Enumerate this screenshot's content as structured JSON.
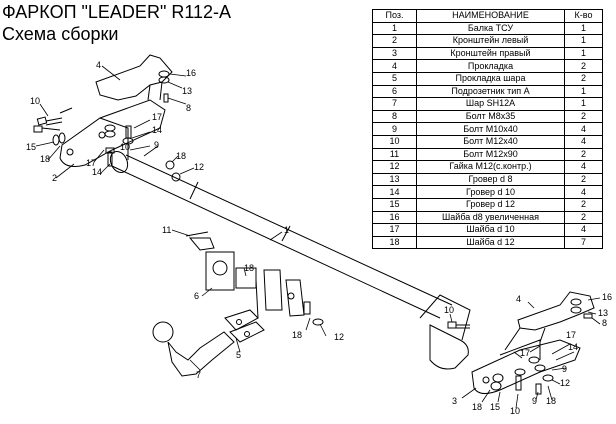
{
  "document": {
    "title": "ФАРКОП \"LEADER\" R112-A",
    "subtitle": "Схема сборки"
  },
  "parts_table": {
    "headers": [
      "Поз.",
      "НАИМЕНОВАНИЕ",
      "К-во"
    ],
    "rows": [
      [
        "1",
        "Балка ТСУ",
        "1"
      ],
      [
        "2",
        "Кронштейн левый",
        "1"
      ],
      [
        "3",
        "Кронштейн правый",
        "1"
      ],
      [
        "4",
        "Прокладка",
        "2"
      ],
      [
        "5",
        "Прокладка шара",
        "2"
      ],
      [
        "6",
        "Подрозетник тип А",
        "1"
      ],
      [
        "7",
        "Шар SH12A",
        "1"
      ],
      [
        "8",
        "Болт М8х35",
        "2"
      ],
      [
        "9",
        "Болт М10х40",
        "4"
      ],
      [
        "10",
        "Болт М12х40",
        "4"
      ],
      [
        "11",
        "Болт М12х90",
        "2"
      ],
      [
        "12",
        "Гайка М12(с.контр.)",
        "4"
      ],
      [
        "13",
        "Гровер d 8",
        "2"
      ],
      [
        "14",
        "Гровер d 10",
        "4"
      ],
      [
        "15",
        "Гровер d 12",
        "2"
      ],
      [
        "16",
        "Шайба d8 увеличенная",
        "2"
      ],
      [
        "17",
        "Шайба d 10",
        "4"
      ],
      [
        "18",
        "Шайба d 12",
        "7"
      ]
    ]
  },
  "callouts": {
    "c1": "1",
    "c2": "2",
    "c3": "3",
    "c4a": "4",
    "c4b": "4",
    "c5": "5",
    "c6": "6",
    "c7": "7",
    "c8a": "8",
    "c8b": "8",
    "c9a": "9",
    "c9b": "9",
    "c9c": "9",
    "c10a": "10",
    "c10b": "10",
    "c10c": "10",
    "c11": "11",
    "c12a": "12",
    "c12b": "12",
    "c12c": "12",
    "c13a": "13",
    "c13b": "13",
    "c14a": "14",
    "c14b": "14",
    "c14c": "14",
    "c15a": "15",
    "c15b": "15",
    "c16a": "16",
    "c16b": "16",
    "c17a": "17",
    "c17b": "17",
    "c17c": "17",
    "c17d": "17",
    "c18a": "18",
    "c18b": "18",
    "c18c": "18",
    "c18d": "18",
    "c18e": "18"
  }
}
